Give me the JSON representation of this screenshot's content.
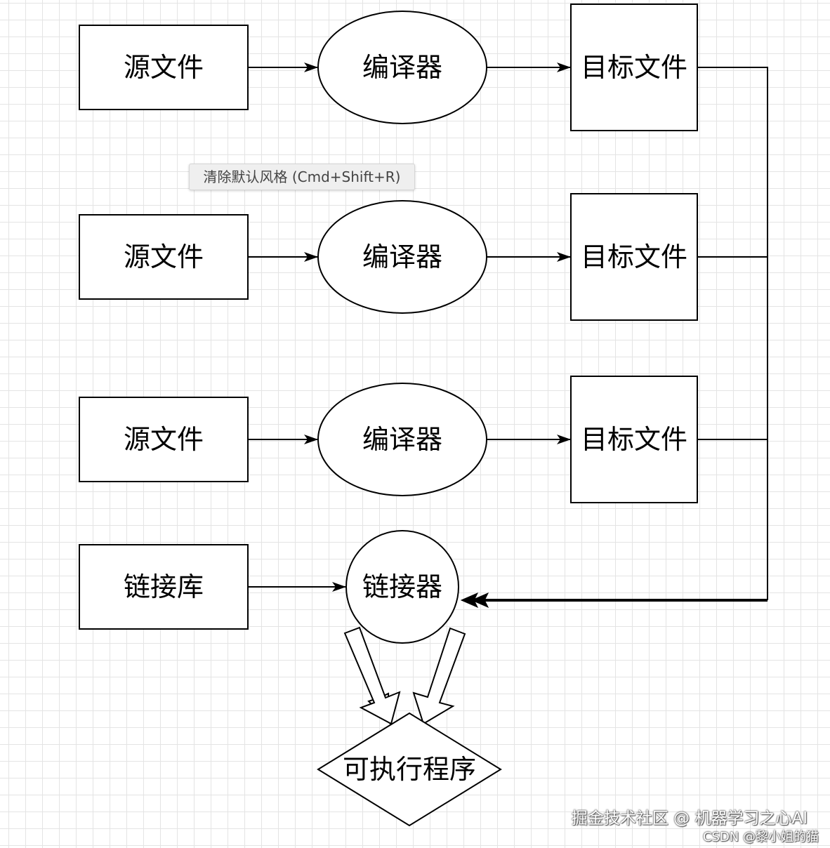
{
  "diagram": {
    "rows": [
      {
        "source": "源文件",
        "compiler": "编译器",
        "target": "目标文件"
      },
      {
        "source": "源文件",
        "compiler": "编译器",
        "target": "目标文件"
      },
      {
        "source": "源文件",
        "compiler": "编译器",
        "target": "目标文件"
      }
    ],
    "library": "链接库",
    "linker": "链接器",
    "executable": "可执行程序"
  },
  "tooltip": "清除默认风格 (Cmd+Shift+R)",
  "watermark": {
    "line1": "掘金技术社区 @ 机器学习之心AI",
    "line2": "CSDN @黎小姐的猫"
  },
  "colors": {
    "stroke": "#000000",
    "fill": "#ffffff",
    "grid": "#e4e4e4"
  }
}
